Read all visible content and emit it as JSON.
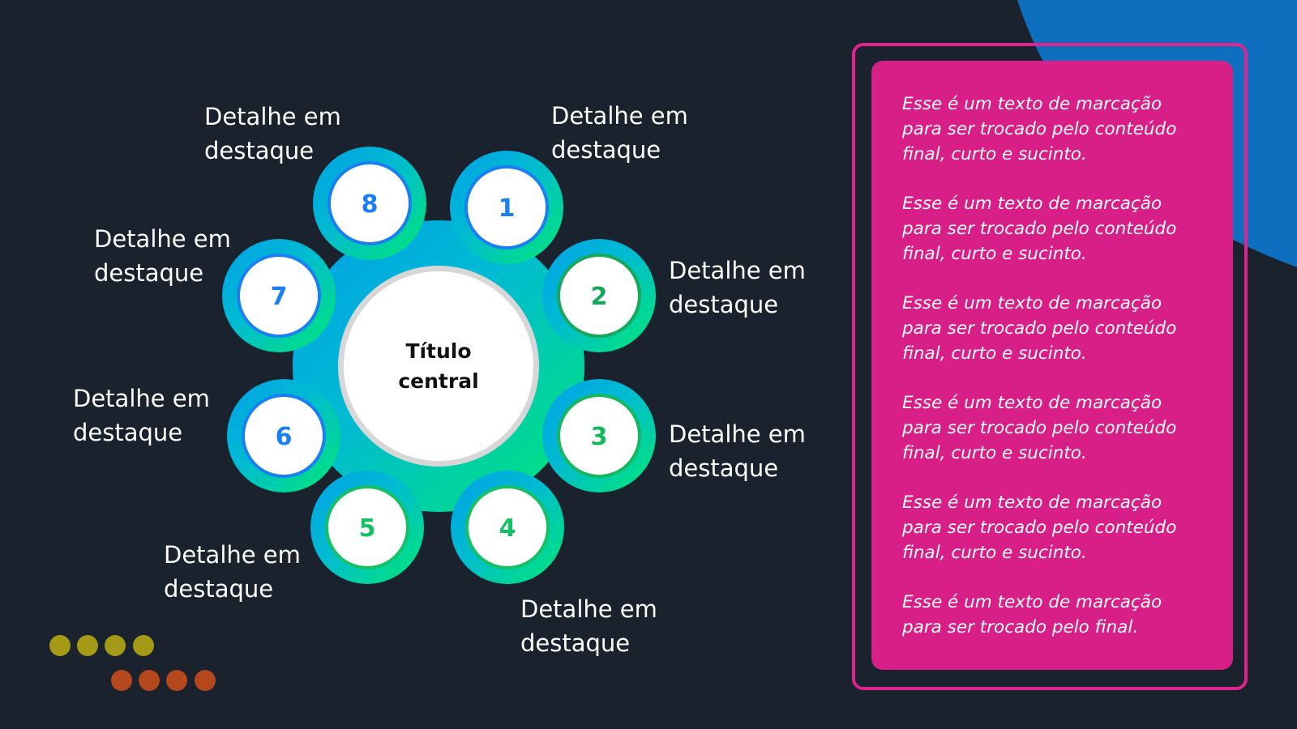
{
  "center_title": [
    "Título",
    "central"
  ],
  "nodes": [
    {
      "number": "1",
      "color": "#1a7ff0",
      "label": [
        "Detalhe em",
        "destaque"
      ]
    },
    {
      "number": "2",
      "color": "#18a85a",
      "label": [
        "Detalhe em",
        "destaque"
      ]
    },
    {
      "number": "3",
      "color": "#16b85e",
      "label": [
        "Detalhe em",
        "destaque"
      ]
    },
    {
      "number": "4",
      "color": "#16c064",
      "label": [
        "Detalhe em",
        "destaque"
      ]
    },
    {
      "number": "5",
      "color": "#16c064",
      "label": [
        "Detalhe em",
        "destaque"
      ]
    },
    {
      "number": "6",
      "color": "#1a7ff0",
      "label": [
        "Detalhe em",
        "destaque"
      ]
    },
    {
      "number": "7",
      "color": "#1a7ff0",
      "label": [
        "Detalhe em",
        "destaque"
      ]
    },
    {
      "number": "8",
      "color": "#1a7ff0",
      "label": [
        "Detalhe em",
        "destaque"
      ]
    }
  ],
  "panel_paragraphs": [
    [
      "Esse é um texto de marcação",
      "para ser trocado pelo conteúdo",
      "final, curto e sucinto."
    ],
    [
      "Esse é um texto de marcação",
      "para ser trocado pelo conteúdo",
      "final, curto e sucinto."
    ],
    [
      "Esse é um texto de marcação",
      "para ser trocado pelo conteúdo",
      "final, curto e sucinto."
    ],
    [
      "Esse é um texto de marcação",
      "para ser trocado pelo conteúdo",
      "final, curto e sucinto."
    ],
    [
      "Esse é um texto de marcação",
      "para ser trocado pelo conteúdo",
      "final, curto e sucinto."
    ],
    [
      "Esse é um texto de marcação",
      "para ser trocado pelo final."
    ]
  ],
  "colors": {
    "background": "#19222d",
    "panel_pink": "#d81f88",
    "corner_blue": "#0f6fbf",
    "flower_gradient_start": "#00a0e8",
    "flower_gradient_end": "#00e07a",
    "dots_olive": "#a59a16",
    "dots_orange": "#b4481c"
  }
}
